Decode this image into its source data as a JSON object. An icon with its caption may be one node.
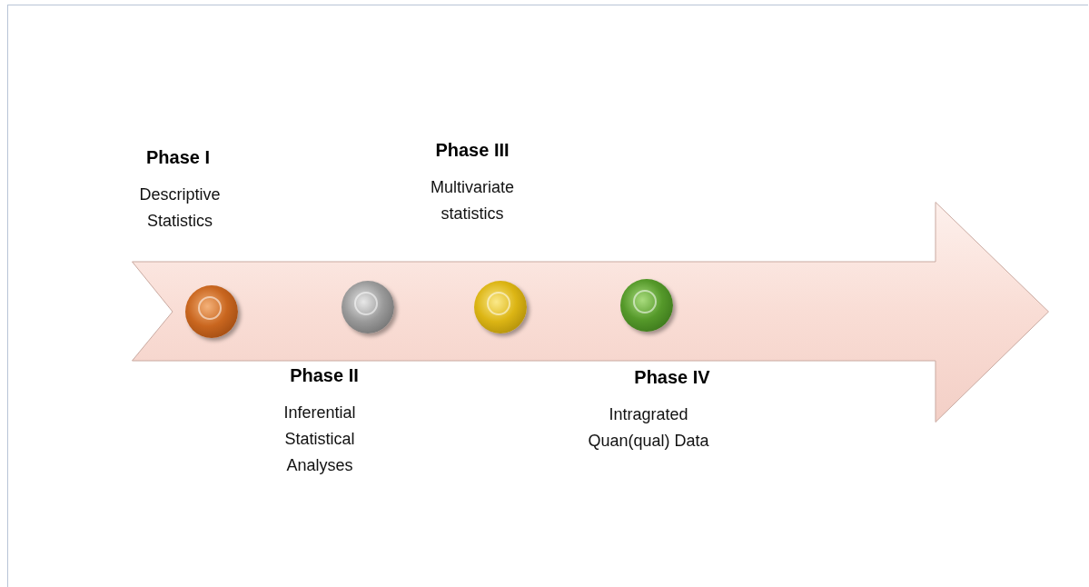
{
  "diagram": {
    "nodes": [
      {
        "text": [],
        "shape": "arrow"
      },
      {
        "text": [],
        "shape": "circle",
        "in": 0,
        "beside": [
          "Phase I",
          "Descriptive Statistics"
        ]
      },
      {
        "text": [],
        "shape": "circle",
        "in": 0,
        "beside": [
          "Phase II",
          "Inferential Statistical Analyses"
        ]
      },
      {
        "text": [],
        "shape": "circle",
        "in": 0,
        "beside": [
          "Phase III",
          "Multivariate statistics"
        ]
      },
      {
        "text": [],
        "shape": "circle",
        "in": 0,
        "beside": [
          "Phase IV",
          "Intragrated Quan(qual) Data"
        ]
      }
    ],
    "edges": []
  }
}
